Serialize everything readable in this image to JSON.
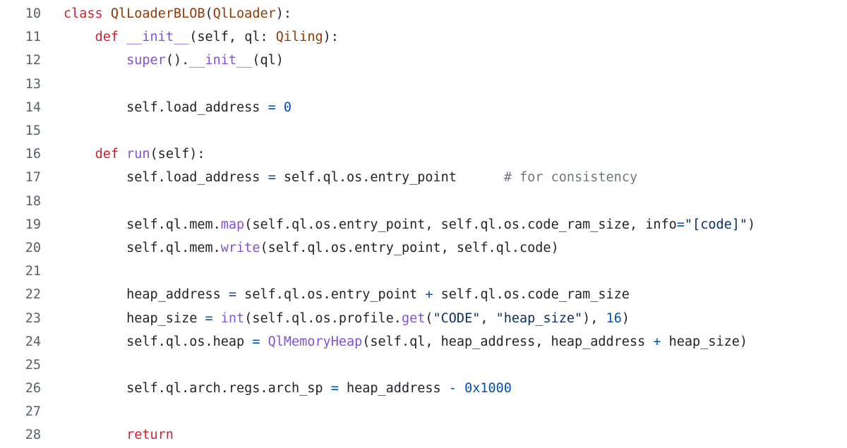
{
  "colors": {
    "background": "#ffffff",
    "line_number": "#57606a",
    "plain": "#1f2328",
    "keyword": "#cf222e",
    "class_name": "#953800",
    "function_call": "#8250df",
    "number": "#0550ae",
    "string": "#0a3069",
    "comment": "#6e7781"
  },
  "lines": [
    {
      "number": "10",
      "tokens": [
        {
          "text": "class ",
          "type": "kw"
        },
        {
          "text": "QlLoaderBLOB",
          "type": "cls"
        },
        {
          "text": "(",
          "type": "plain"
        },
        {
          "text": "QlLoader",
          "type": "cls"
        },
        {
          "text": "):",
          "type": "plain"
        }
      ]
    },
    {
      "number": "11",
      "tokens": [
        {
          "text": "    ",
          "type": "plain"
        },
        {
          "text": "def ",
          "type": "kw"
        },
        {
          "text": "__init__",
          "type": "fn"
        },
        {
          "text": "(self, ql: ",
          "type": "plain"
        },
        {
          "text": "Qiling",
          "type": "cls"
        },
        {
          "text": "):",
          "type": "plain"
        }
      ]
    },
    {
      "number": "12",
      "tokens": [
        {
          "text": "        ",
          "type": "plain"
        },
        {
          "text": "super",
          "type": "fn"
        },
        {
          "text": "().",
          "type": "plain"
        },
        {
          "text": "__init__",
          "type": "fn"
        },
        {
          "text": "(ql)",
          "type": "plain"
        }
      ]
    },
    {
      "number": "13",
      "tokens": []
    },
    {
      "number": "14",
      "tokens": [
        {
          "text": "        self.load_address ",
          "type": "plain"
        },
        {
          "text": "=",
          "type": "op"
        },
        {
          "text": " ",
          "type": "plain"
        },
        {
          "text": "0",
          "type": "num"
        }
      ]
    },
    {
      "number": "15",
      "tokens": []
    },
    {
      "number": "16",
      "tokens": [
        {
          "text": "    ",
          "type": "plain"
        },
        {
          "text": "def ",
          "type": "kw"
        },
        {
          "text": "run",
          "type": "fn"
        },
        {
          "text": "(self):",
          "type": "plain"
        }
      ]
    },
    {
      "number": "17",
      "tokens": [
        {
          "text": "        self.load_address ",
          "type": "plain"
        },
        {
          "text": "=",
          "type": "op"
        },
        {
          "text": " self.ql.os.entry_point      ",
          "type": "plain"
        },
        {
          "text": "# for consistency",
          "type": "cmt"
        }
      ]
    },
    {
      "number": "18",
      "tokens": []
    },
    {
      "number": "19",
      "tokens": [
        {
          "text": "        self.ql.mem.",
          "type": "plain"
        },
        {
          "text": "map",
          "type": "fn"
        },
        {
          "text": "(self.ql.os.entry_point, self.ql.os.code_ram_size, info",
          "type": "plain"
        },
        {
          "text": "=",
          "type": "op"
        },
        {
          "text": "\"[code]\"",
          "type": "str"
        },
        {
          "text": ")",
          "type": "plain"
        }
      ]
    },
    {
      "number": "20",
      "tokens": [
        {
          "text": "        self.ql.mem.",
          "type": "plain"
        },
        {
          "text": "write",
          "type": "fn"
        },
        {
          "text": "(self.ql.os.entry_point, self.ql.code)",
          "type": "plain"
        }
      ]
    },
    {
      "number": "21",
      "tokens": []
    },
    {
      "number": "22",
      "tokens": [
        {
          "text": "        heap_address ",
          "type": "plain"
        },
        {
          "text": "=",
          "type": "op"
        },
        {
          "text": " self.ql.os.entry_point ",
          "type": "plain"
        },
        {
          "text": "+",
          "type": "op"
        },
        {
          "text": " self.ql.os.code_ram_size",
          "type": "plain"
        }
      ]
    },
    {
      "number": "23",
      "tokens": [
        {
          "text": "        heap_size ",
          "type": "plain"
        },
        {
          "text": "=",
          "type": "op"
        },
        {
          "text": " ",
          "type": "plain"
        },
        {
          "text": "int",
          "type": "fn"
        },
        {
          "text": "(self.ql.os.profile.",
          "type": "plain"
        },
        {
          "text": "get",
          "type": "fn"
        },
        {
          "text": "(",
          "type": "plain"
        },
        {
          "text": "\"CODE\"",
          "type": "str"
        },
        {
          "text": ", ",
          "type": "plain"
        },
        {
          "text": "\"heap_size\"",
          "type": "str"
        },
        {
          "text": "), ",
          "type": "plain"
        },
        {
          "text": "16",
          "type": "num"
        },
        {
          "text": ")",
          "type": "plain"
        }
      ]
    },
    {
      "number": "24",
      "tokens": [
        {
          "text": "        self.ql.os.heap ",
          "type": "plain"
        },
        {
          "text": "=",
          "type": "op"
        },
        {
          "text": " ",
          "type": "plain"
        },
        {
          "text": "QlMemoryHeap",
          "type": "fn"
        },
        {
          "text": "(self.ql, heap_address, heap_address ",
          "type": "plain"
        },
        {
          "text": "+",
          "type": "op"
        },
        {
          "text": " heap_size)",
          "type": "plain"
        }
      ]
    },
    {
      "number": "25",
      "tokens": []
    },
    {
      "number": "26",
      "tokens": [
        {
          "text": "        self.ql.arch.regs.arch_sp ",
          "type": "plain"
        },
        {
          "text": "=",
          "type": "op"
        },
        {
          "text": " heap_address ",
          "type": "plain"
        },
        {
          "text": "-",
          "type": "op"
        },
        {
          "text": " ",
          "type": "plain"
        },
        {
          "text": "0x1000",
          "type": "num"
        }
      ]
    },
    {
      "number": "27",
      "tokens": []
    },
    {
      "number": "28",
      "tokens": [
        {
          "text": "        ",
          "type": "plain"
        },
        {
          "text": "return",
          "type": "kw"
        }
      ]
    }
  ]
}
